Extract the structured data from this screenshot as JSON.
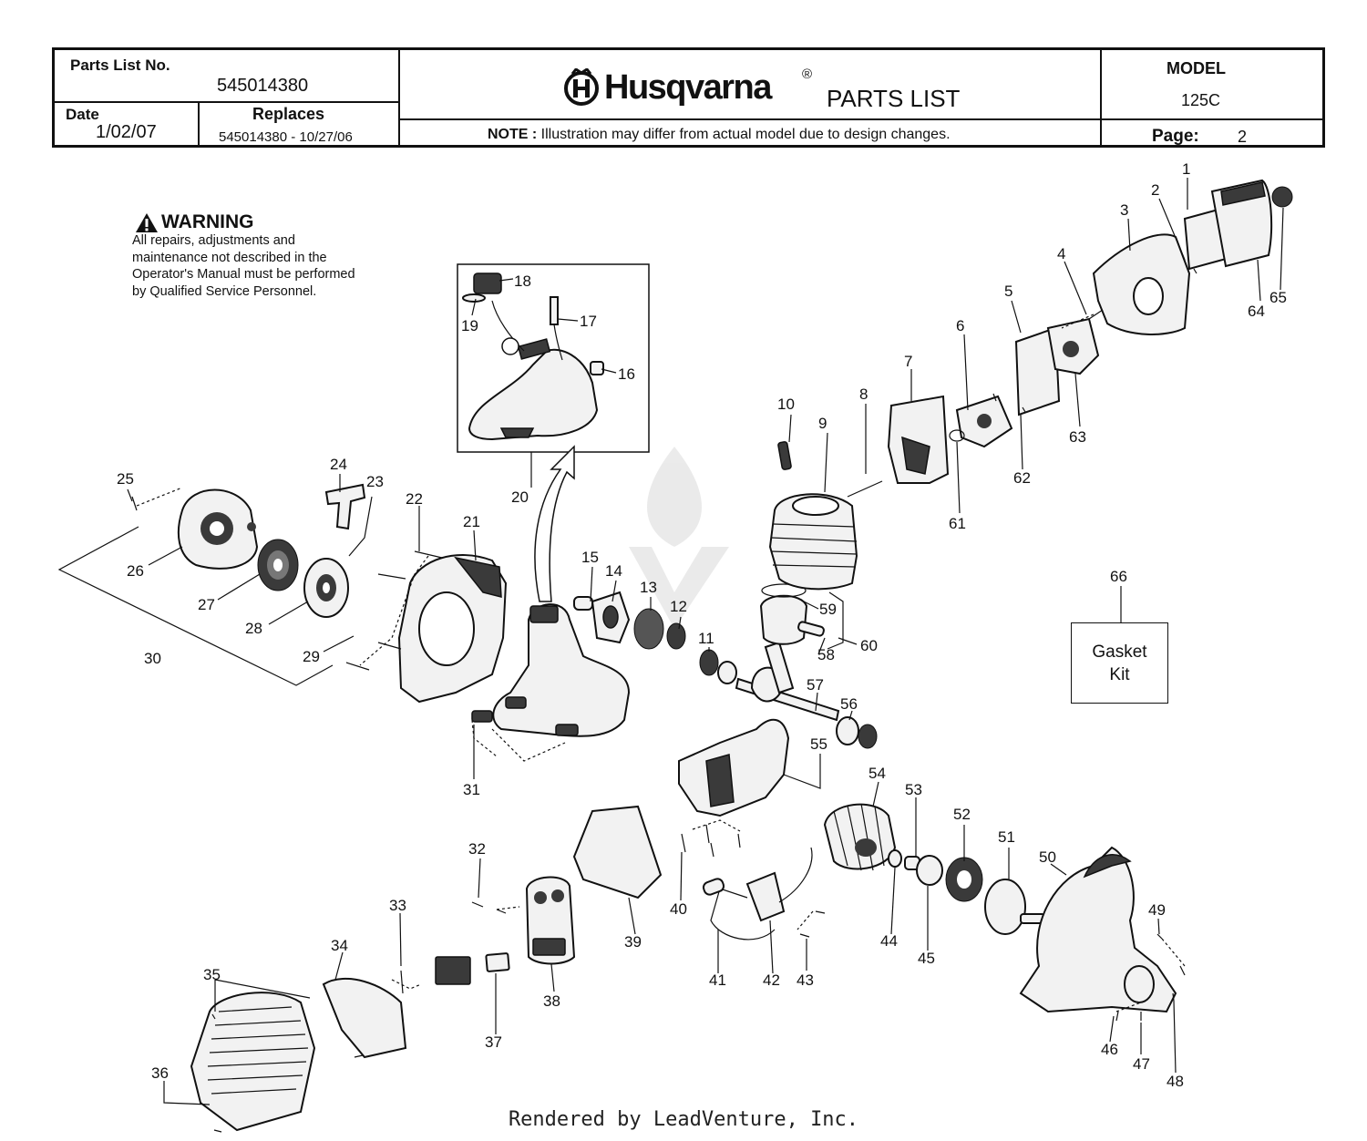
{
  "header": {
    "parts_list_no_label": "Parts List No.",
    "parts_list_no": "545014380",
    "date_label": "Date",
    "date": "1/02/07",
    "replaces_label": "Replaces",
    "replaces": "545014380 - 10/27/06",
    "brand": "Husqvarna",
    "registered_mark": "®",
    "title": "PARTS LIST",
    "note_label": "NOTE :",
    "note": "Illustration may differ from actual model due to design changes.",
    "model_label": "MODEL",
    "model": "125C",
    "page_label": "Page:",
    "page": "2"
  },
  "warning": {
    "title": "WARNING",
    "text": "All repairs, adjustments and maintenance not described in the Operator's Manual must be performed by Qualified Service Personnel."
  },
  "gasket_kit": {
    "line1": "Gasket",
    "line2": "Kit"
  },
  "callouts": {
    "c1": "1",
    "c2": "2",
    "c3": "3",
    "c4": "4",
    "c5": "5",
    "c6": "6",
    "c7": "7",
    "c8": "8",
    "c9": "9",
    "c10": "10",
    "c11": "11",
    "c12": "12",
    "c13": "13",
    "c14": "14",
    "c15": "15",
    "c16": "16",
    "c17": "17",
    "c18": "18",
    "c19": "19",
    "c20": "20",
    "c21": "21",
    "c22": "22",
    "c23": "23",
    "c24": "24",
    "c25": "25",
    "c26": "26",
    "c27": "27",
    "c28": "28",
    "c29": "29",
    "c30": "30",
    "c31": "31",
    "c32": "32",
    "c33": "33",
    "c34": "34",
    "c35": "35",
    "c36": "36",
    "c37": "37",
    "c38": "38",
    "c39": "39",
    "c40": "40",
    "c41": "41",
    "c42": "42",
    "c43": "43",
    "c44": "44",
    "c45": "45",
    "c46": "46",
    "c47": "47",
    "c48": "48",
    "c49": "49",
    "c50": "50",
    "c51": "51",
    "c52": "52",
    "c53": "53",
    "c54": "54",
    "c55": "55",
    "c56": "56",
    "c57": "57",
    "c58": "58",
    "c59": "59",
    "c60": "60",
    "c61": "61",
    "c62": "62",
    "c63": "63",
    "c64": "64",
    "c65": "65",
    "c66": "66"
  },
  "footer": "Rendered by LeadVenture, Inc."
}
